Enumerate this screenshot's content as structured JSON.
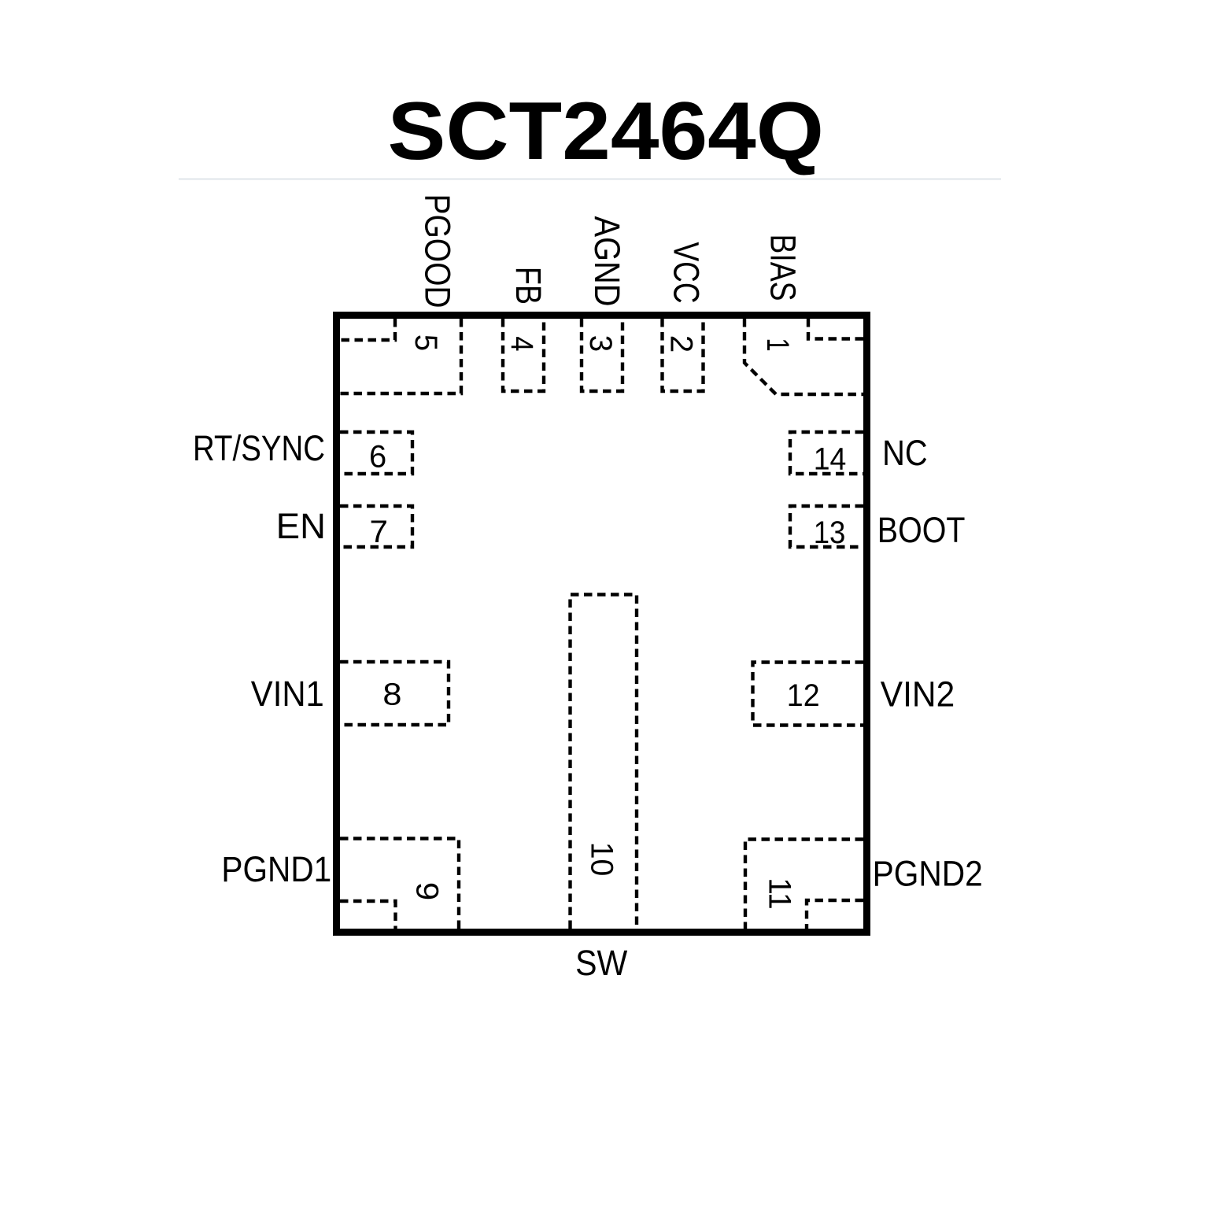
{
  "title": "SCT2464Q",
  "colors": {
    "ink": "#000000",
    "divider": "#dfe5ea",
    "background": "#ffffff"
  },
  "pins": {
    "top": [
      {
        "num": "5",
        "name": "PGOOD"
      },
      {
        "num": "4",
        "name": "FB"
      },
      {
        "num": "3",
        "name": "AGND"
      },
      {
        "num": "2",
        "name": "VCC"
      },
      {
        "num": "1",
        "name": "BIAS"
      }
    ],
    "left": [
      {
        "num": "6",
        "name": "RT/SYNC"
      },
      {
        "num": "7",
        "name": "EN"
      },
      {
        "num": "8",
        "name": "VIN1"
      },
      {
        "num": "9",
        "name": "PGND1"
      }
    ],
    "right": [
      {
        "num": "14",
        "name": "NC"
      },
      {
        "num": "13",
        "name": "BOOT"
      },
      {
        "num": "12",
        "name": "VIN2"
      },
      {
        "num": "11",
        "name": "PGND2"
      }
    ],
    "bottom": [
      {
        "num": "10",
        "name": "SW"
      }
    ]
  }
}
